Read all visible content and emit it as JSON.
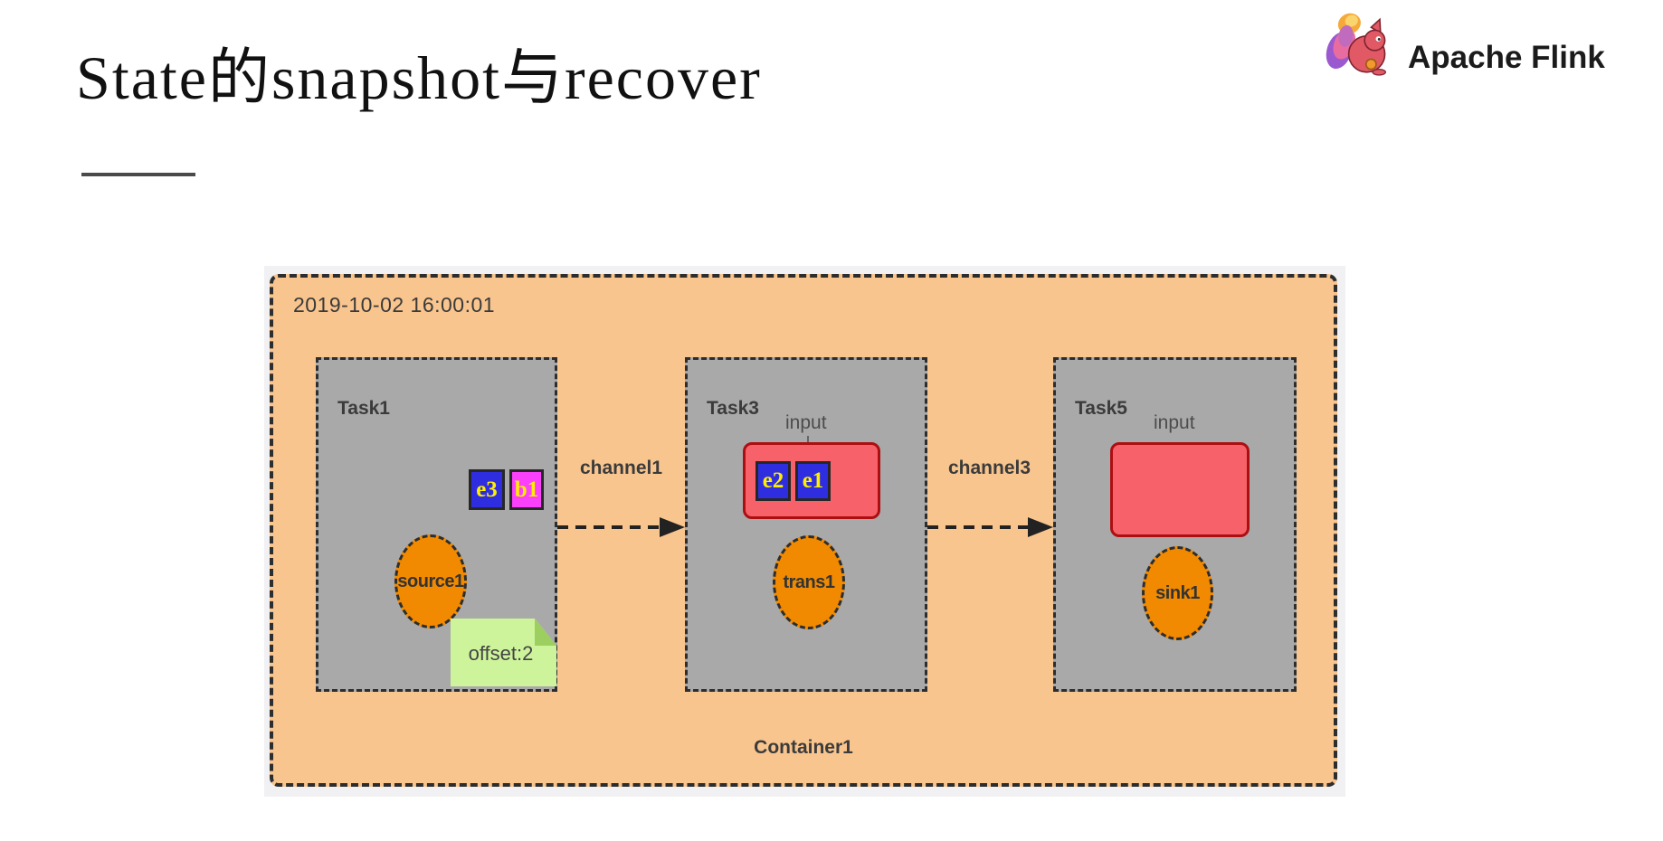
{
  "slide": {
    "title": "State的snapshot与recover"
  },
  "logo": {
    "text": "Apache Flink"
  },
  "diagram": {
    "timestamp": "2019-10-02 16:00:01",
    "container": {
      "label": "Container1"
    },
    "channels": [
      {
        "label": "channel1"
      },
      {
        "label": "channel3"
      }
    ],
    "tasks": [
      {
        "name": "Task1",
        "events": [
          {
            "label": "e3"
          },
          {
            "label": "b1"
          }
        ],
        "operator": "source1",
        "note": "offset:2"
      },
      {
        "name": "Task3",
        "input_label": "input",
        "buffer_events": [
          {
            "label": "e2"
          },
          {
            "label": "e1"
          }
        ],
        "operator": "trans1"
      },
      {
        "name": "Task5",
        "input_label": "input",
        "buffer_events": [],
        "operator": "sink1"
      }
    ],
    "colors": {
      "canvas_bg": "#F1F1F3",
      "container_fill": "#F9C58E",
      "task_fill": "#A9A9A9",
      "buffer_fill": "#F7626A",
      "buffer_border": "#AD0E12",
      "event_blue": "#2E2EE0",
      "event_magenta": "#FA40FA",
      "event_text": "#FFEE00",
      "operator_fill": "#F18A00",
      "note_fill": "#CDF49B"
    }
  }
}
